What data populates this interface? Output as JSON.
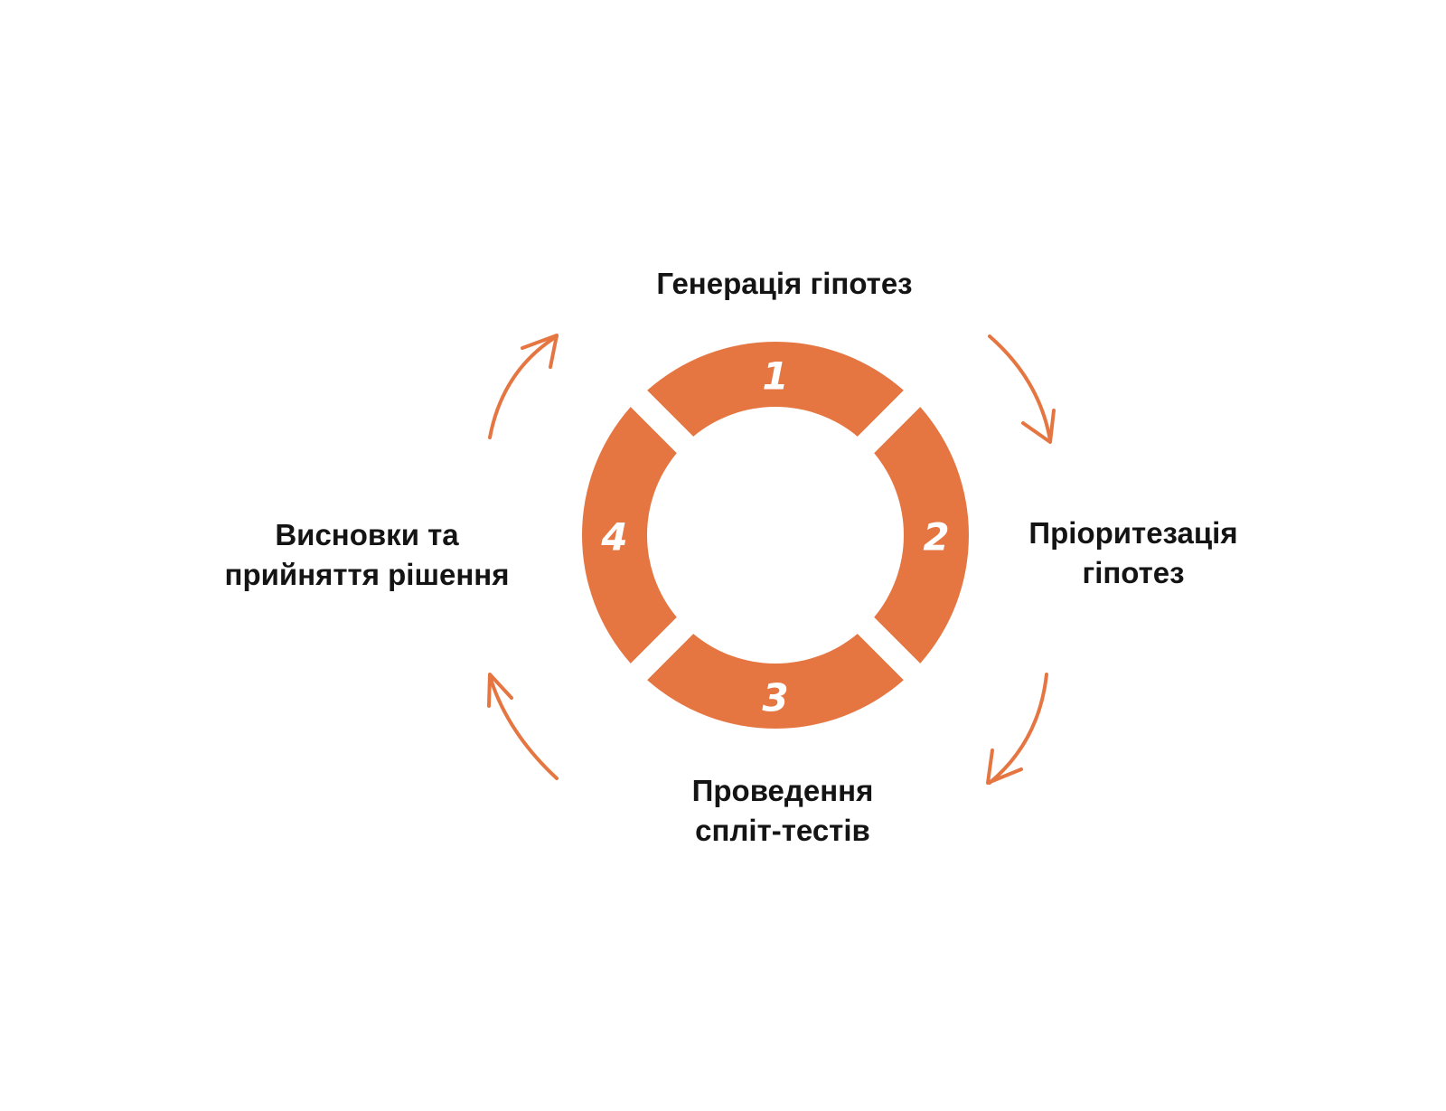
{
  "diagram": {
    "accent_color": "#E57642",
    "steps": [
      {
        "number": "1",
        "label_lines": [
          "Генерація гіпотез"
        ]
      },
      {
        "number": "2",
        "label_lines": [
          "Пріоритезація",
          "гіпотез"
        ]
      },
      {
        "number": "3",
        "label_lines": [
          "Проведення",
          "спліт-тестів"
        ]
      },
      {
        "number": "4",
        "label_lines": [
          "Висновки та",
          "прийняття рішення"
        ]
      }
    ],
    "arrow_icon": "curved-arrow-icon"
  }
}
